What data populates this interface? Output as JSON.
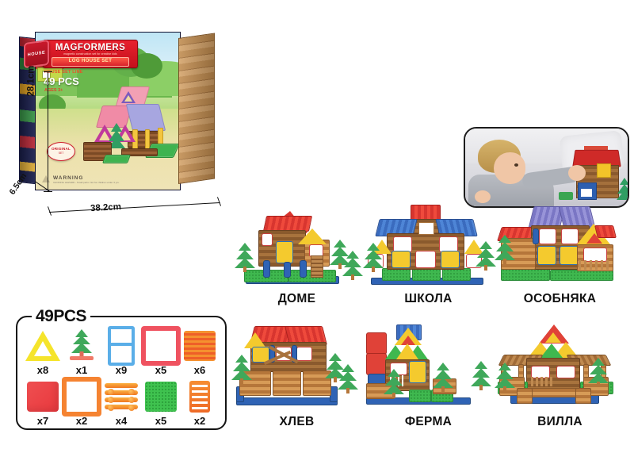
{
  "product": {
    "brand": "MAGFORMERS",
    "brand_tagline": "magnetic construction set for creative kids",
    "set_name": "LOG HOUSE SET",
    "set_subtitle": "HOUSE SET LINE",
    "piece_count": "49 PCS",
    "age_rating": "AGES 3+",
    "side_badge": "HOUSE",
    "seal_title": "ORIGINAL",
    "seal_sub": "SET",
    "warning_title": "WARNING",
    "warning_body": "CHOKING HAZARD - Small parts. Not for children under 3 yrs."
  },
  "dimensions": {
    "height": "28.1cm",
    "depth": "6.5cm",
    "width": "38.2cm"
  },
  "legend": {
    "title": "49PCS",
    "pieces": [
      {
        "name": "triangle-frame-yellow",
        "qty": "x8",
        "color": "#f5e42b"
      },
      {
        "name": "tree-green",
        "qty": "x1",
        "color": "#3fa85a"
      },
      {
        "name": "double-window-blue",
        "qty": "x9",
        "color": "#5aaee8"
      },
      {
        "name": "square-frame-red",
        "qty": "x5",
        "color": "#ef5260"
      },
      {
        "name": "ribbed-square-orange",
        "qty": "x6",
        "color": "#f5912f"
      },
      {
        "name": "solid-square-red",
        "qty": "x7",
        "color": "#ef4f51"
      },
      {
        "name": "square-frame-orange",
        "qty": "x2",
        "color": "#f58331"
      },
      {
        "name": "log-stack-orange",
        "qty": "x4",
        "color": "#fbb040"
      },
      {
        "name": "baseplate-green",
        "qty": "x5",
        "color": "#3fc24f"
      },
      {
        "name": "ladder-orange",
        "qty": "x2",
        "color": "#f68d33"
      }
    ]
  },
  "gallery": {
    "models": [
      {
        "id": "dome",
        "label": "ДОМЕ"
      },
      {
        "id": "shkola",
        "label": "ШКОЛА"
      },
      {
        "id": "osobnyaka",
        "label": "ОСОБНЯКА"
      },
      {
        "id": "khlev",
        "label": "ХЛЕВ"
      },
      {
        "id": "ferma",
        "label": "ФЕРМА"
      },
      {
        "id": "villa",
        "label": "ВИЛЛА"
      }
    ]
  },
  "photo": {
    "name": "child-playing-with-log-house-photo",
    "alt": "Boy playing with the assembled log house model on a bed"
  },
  "colors": {
    "background": "#ffffff",
    "brand_red": "#e8212e",
    "outline_black": "#141414",
    "wood_brown": "#8a5a2d",
    "plate_green": "#3fc24f",
    "roof_red": "#d8352f",
    "roof_blue": "#3a6bbe",
    "accent_yellow": "#f4ca2e"
  }
}
